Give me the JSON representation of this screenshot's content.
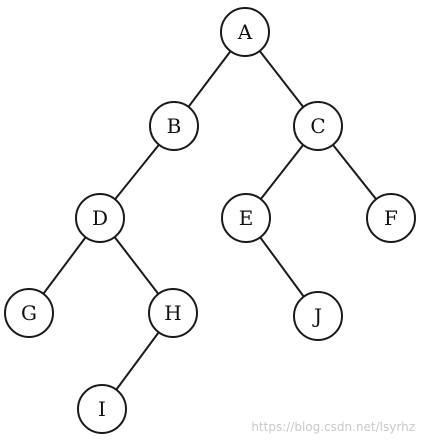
{
  "tree": {
    "nodes": {
      "A": "A",
      "B": "B",
      "C": "C",
      "D": "D",
      "E": "E",
      "F": "F",
      "G": "G",
      "H": "H",
      "I": "I",
      "J": "J"
    },
    "edges": [
      [
        "A",
        "B"
      ],
      [
        "A",
        "C"
      ],
      [
        "B",
        "D"
      ],
      [
        "C",
        "E"
      ],
      [
        "C",
        "F"
      ],
      [
        "D",
        "G"
      ],
      [
        "D",
        "H"
      ],
      [
        "E",
        "J"
      ],
      [
        "H",
        "I"
      ]
    ]
  },
  "watermark": "https://blog.csdn.net/lsyrhz"
}
